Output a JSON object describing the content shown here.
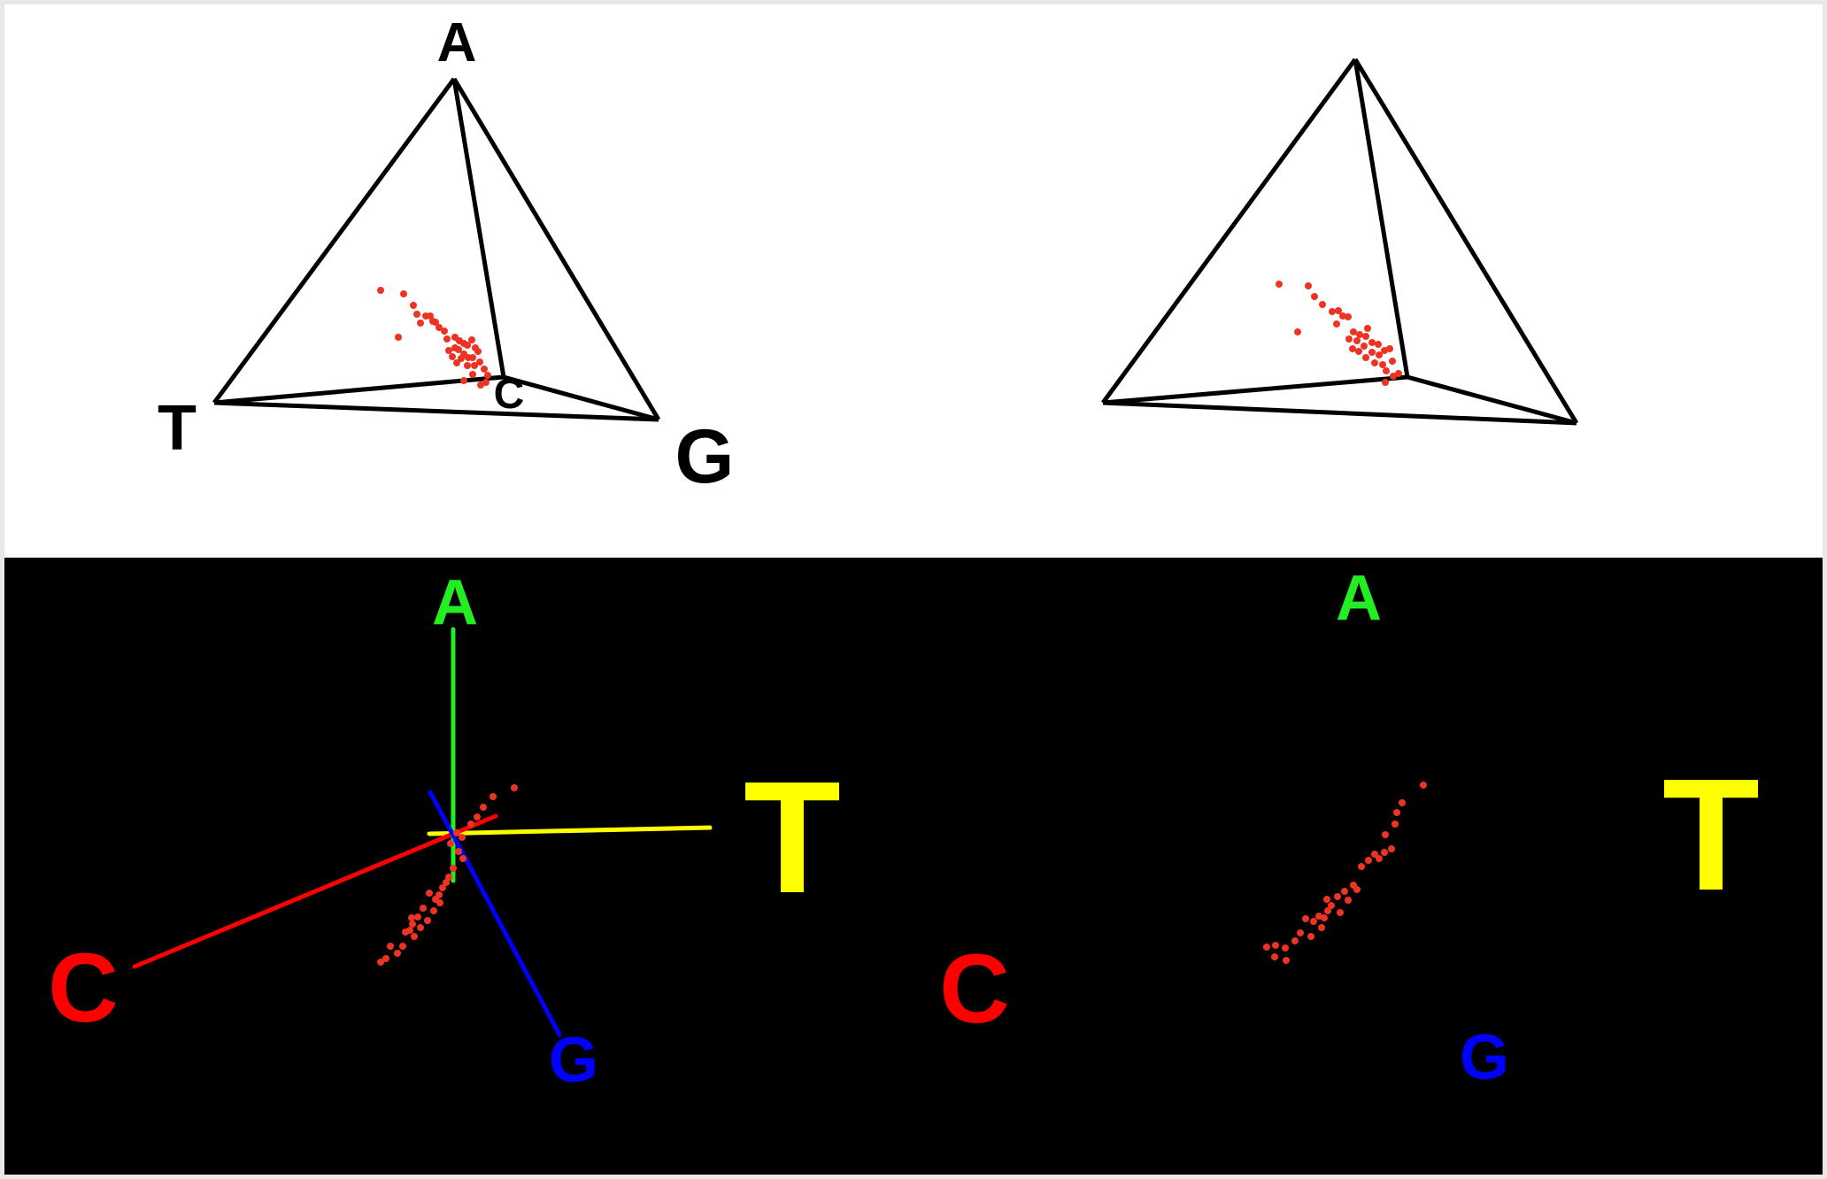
{
  "top_panel": {
    "left_labels": {
      "a": "A",
      "t": "T",
      "c": "C",
      "g": "G"
    },
    "edge_color": "#000000",
    "point_color": "#ee3322"
  },
  "bottom_panel": {
    "background": "#000000",
    "left_labels": {
      "a": "A",
      "t": "T",
      "c": "C",
      "g": "G"
    },
    "right_labels": {
      "a": "A",
      "t": "T",
      "c": "C",
      "g": "G"
    },
    "axis_colors": {
      "a": "#22ee22",
      "t": "#ffff00",
      "c": "#ff0000",
      "g": "#0000ff"
    },
    "point_color": "#ee3322"
  }
}
